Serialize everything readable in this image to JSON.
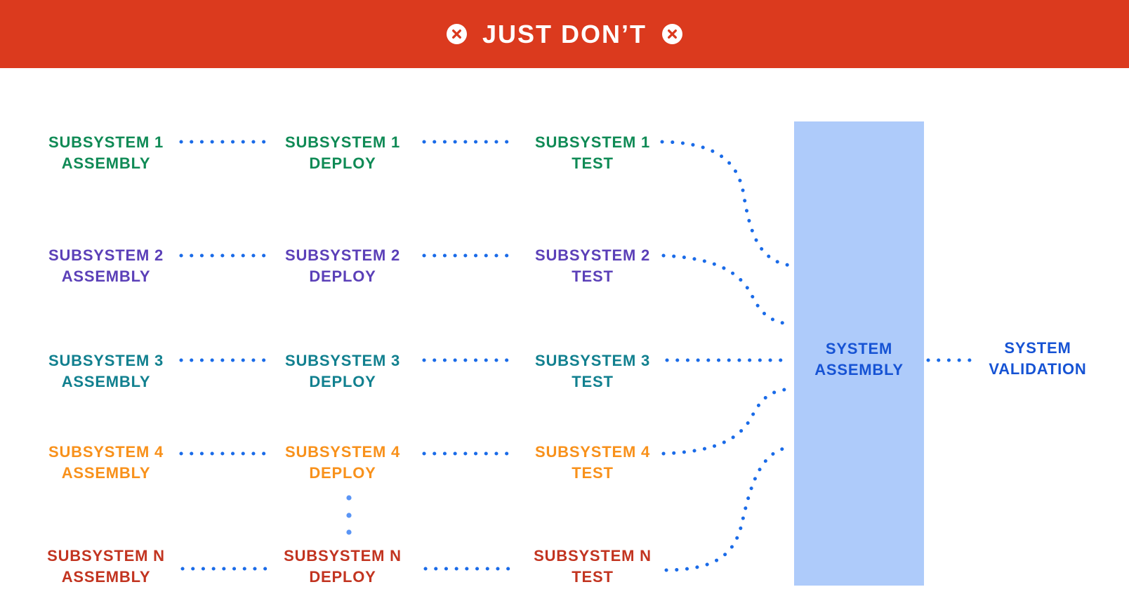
{
  "banner": {
    "title": "JUST DON’T",
    "left_icon": "cancel-x",
    "right_icon": "cancel-x"
  },
  "columns": [
    "ASSEMBLY",
    "DEPLOY",
    "TEST"
  ],
  "rows": [
    {
      "name": "SUBSYSTEM 1",
      "color": "#0F8A55"
    },
    {
      "name": "SUBSYSTEM 2",
      "color": "#5B40B8"
    },
    {
      "name": "SUBSYSTEM 3",
      "color": "#11808F"
    },
    {
      "name": "SUBSYSTEM 4",
      "color": "#F8911B"
    },
    {
      "name": "SUBSYSTEM N",
      "color": "#C23420"
    }
  ],
  "system_assembly": {
    "line1": "SYSTEM",
    "line2": "ASSEMBLY"
  },
  "system_validation": {
    "line1": "SYSTEM",
    "line2": "VALIDATION"
  },
  "theme": {
    "banner-red": "#DB3A1E",
    "dot-blue": "#1A6BE8",
    "ellipsis-blue": "#5A95F5",
    "box-fill": "#AECBFA",
    "deep-blue": "#1653D4"
  }
}
